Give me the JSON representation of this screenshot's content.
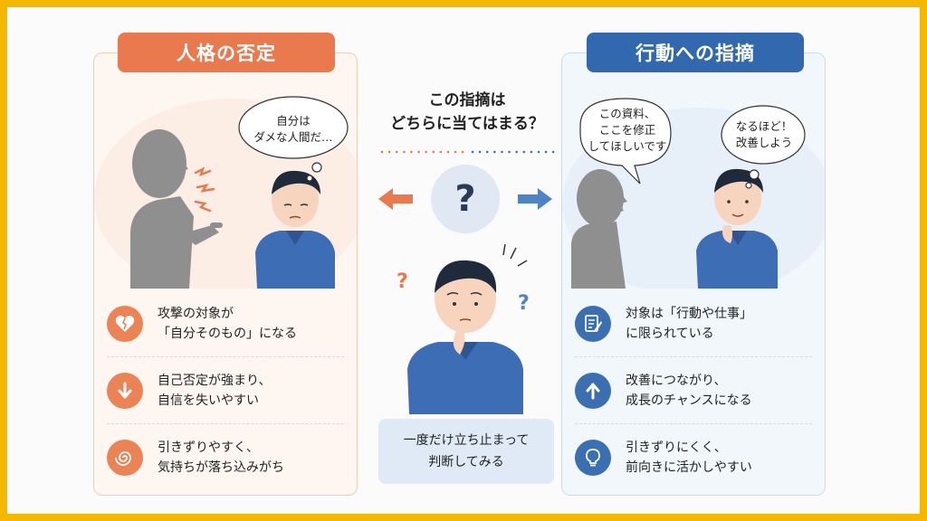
{
  "left": {
    "header": "人格の否定",
    "thought": [
      "自分は",
      "ダメな人間だ…"
    ],
    "rows": [
      {
        "icon": "broken-heart-icon",
        "lines": [
          "攻撃の対象が",
          "「自分そのもの」になる"
        ]
      },
      {
        "icon": "arrow-down-icon",
        "lines": [
          "自己否定が強まり、",
          "自信を失いやすい"
        ]
      },
      {
        "icon": "swirl-icon",
        "lines": [
          "引きずりやすく、",
          "気持ちが落ち込みがち"
        ]
      }
    ]
  },
  "center": {
    "title": [
      "この指摘は",
      "どちらに当てはまる？"
    ],
    "question_mark": "?",
    "box": [
      "一度だけ立ち止まって",
      "判断してみる"
    ]
  },
  "right": {
    "header": "行動への指摘",
    "speech": [
      "この資料、",
      "ここを修正",
      "してほしいです"
    ],
    "thought": [
      "なるほど！",
      "改善しよう"
    ],
    "rows": [
      {
        "icon": "document-pen-icon",
        "lines": [
          "対象は「行動や仕事」",
          "に限られている"
        ]
      },
      {
        "icon": "arrow-up-icon",
        "lines": [
          "改善につながり、",
          "成長のチャンスになる"
        ]
      },
      {
        "icon": "lightbulb-icon",
        "lines": [
          "引きずりにくく、",
          "前向きに活かしやすい"
        ]
      }
    ]
  },
  "colors": {
    "frame": "#F5B800",
    "orange": "#ea7a4d",
    "blue": "#3269ae"
  }
}
